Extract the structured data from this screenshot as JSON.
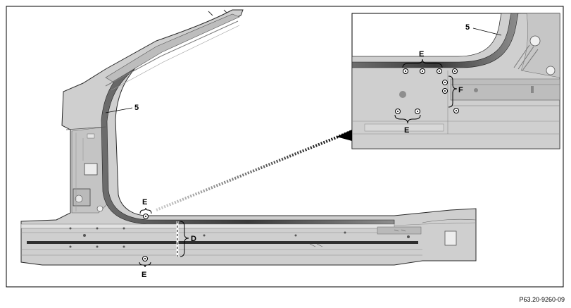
{
  "figure": {
    "reference_code": "P63.20-9260-09",
    "callouts": {
      "main_pillar": "5",
      "main_top_weld": "E",
      "main_bottom_weld": "E",
      "main_section": "D",
      "detail_pillar": "5",
      "detail_top_weld": "E",
      "detail_side_weld": "F",
      "detail_bottom_weld": "E"
    },
    "colors": {
      "panel_fill": "#cfcfcf",
      "panel_light": "#dedede",
      "panel_shadow": "#8a8a8a",
      "outline": "#2a2a2a",
      "border": "#000000"
    }
  }
}
